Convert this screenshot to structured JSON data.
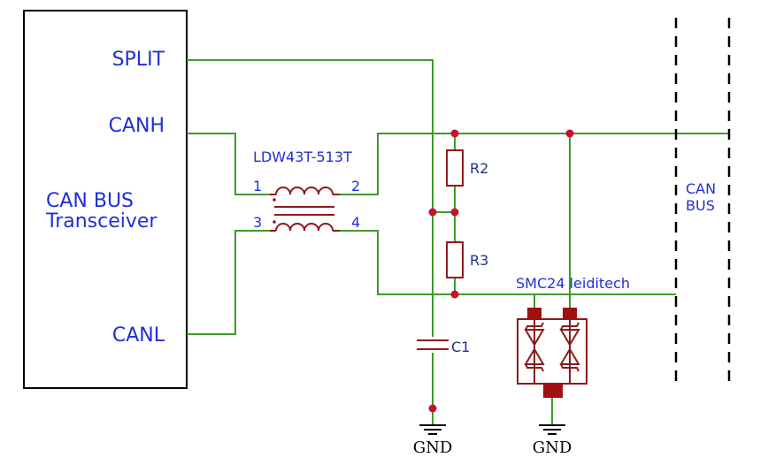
{
  "transceiver": {
    "title_line1": "CAN BUS",
    "title_line2": "Transceiver",
    "pins": {
      "split": "SPLIT",
      "canh": "CANH",
      "canl": "CANL"
    }
  },
  "choke": {
    "part": "LDW43T-513T",
    "pins": [
      "1",
      "2",
      "3",
      "4"
    ]
  },
  "resistors": {
    "r2": "R2",
    "r3": "R3"
  },
  "capacitor": {
    "c1": "C1"
  },
  "tvs": {
    "part": "SMC24 leiditech"
  },
  "bus": {
    "line1": "CAN",
    "line2": "BUS"
  },
  "ground": {
    "label": "GND"
  },
  "colors": {
    "wire": "#3f9a2a",
    "component": "#8b1a1a",
    "junction": "#c8102e",
    "text": "#1f2fd8"
  }
}
